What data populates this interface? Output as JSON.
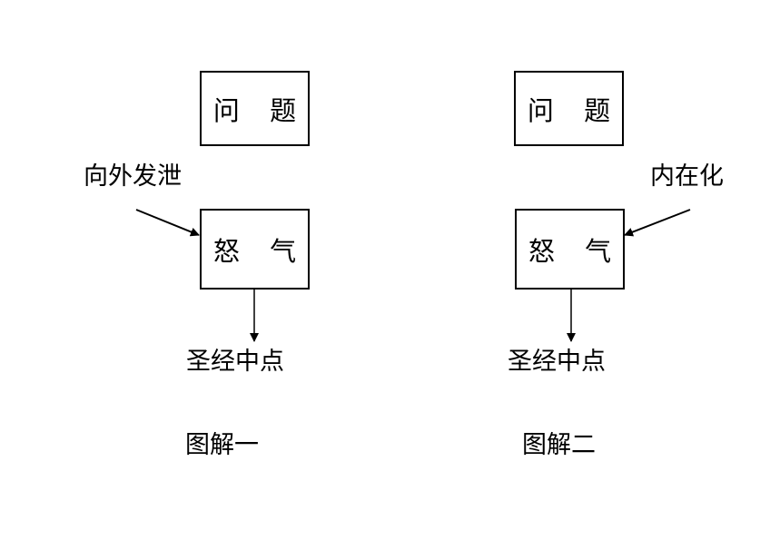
{
  "diagram_one": {
    "problem": "问 题",
    "anger": "怒 气",
    "side_label": "向外发泄",
    "result": "圣经中点",
    "caption": "图解一"
  },
  "diagram_two": {
    "problem": "问 题",
    "anger": "怒 气",
    "side_label": "内在化",
    "result": "圣经中点",
    "caption": "图解二"
  },
  "colors": {
    "stroke": "#000000",
    "background": "#ffffff"
  }
}
